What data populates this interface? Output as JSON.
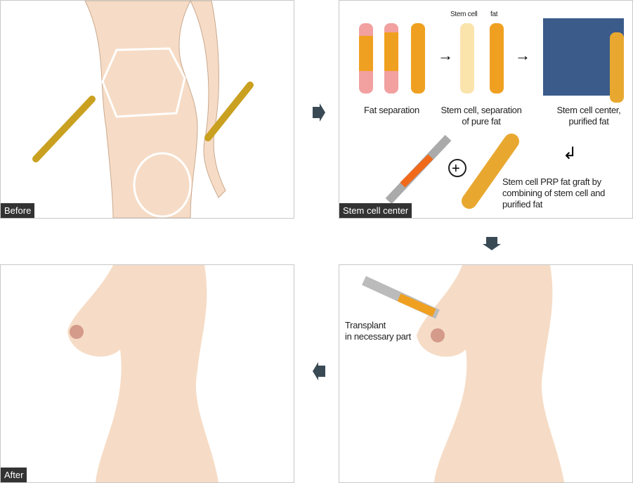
{
  "panels": {
    "before": {
      "tag": "Before"
    },
    "stem_cell_center": {
      "tag": "Stem cell center",
      "tube_labels": {
        "stem_cell": "Stem cell",
        "fat": "fat"
      },
      "steps": {
        "fat_separation": "Fat separation",
        "separation_line1": "Stem cell, separation",
        "separation_line2": "of pure fat",
        "center_line1": "Stem cell center,",
        "center_line2": "purified fat",
        "graft_line1": "Stem cell PRP fat graft by",
        "graft_line2": "combining of stem cell and",
        "graft_line3": "purified fat"
      }
    },
    "transplant": {
      "line1": "Transplant",
      "line2": "in necessary part"
    },
    "after": {
      "tag": "After"
    }
  },
  "colors": {
    "skin": "#f6dcc6",
    "fat": "#f0a020",
    "tag_bg": "#333333",
    "flow_arrow": "#3a4a55"
  }
}
